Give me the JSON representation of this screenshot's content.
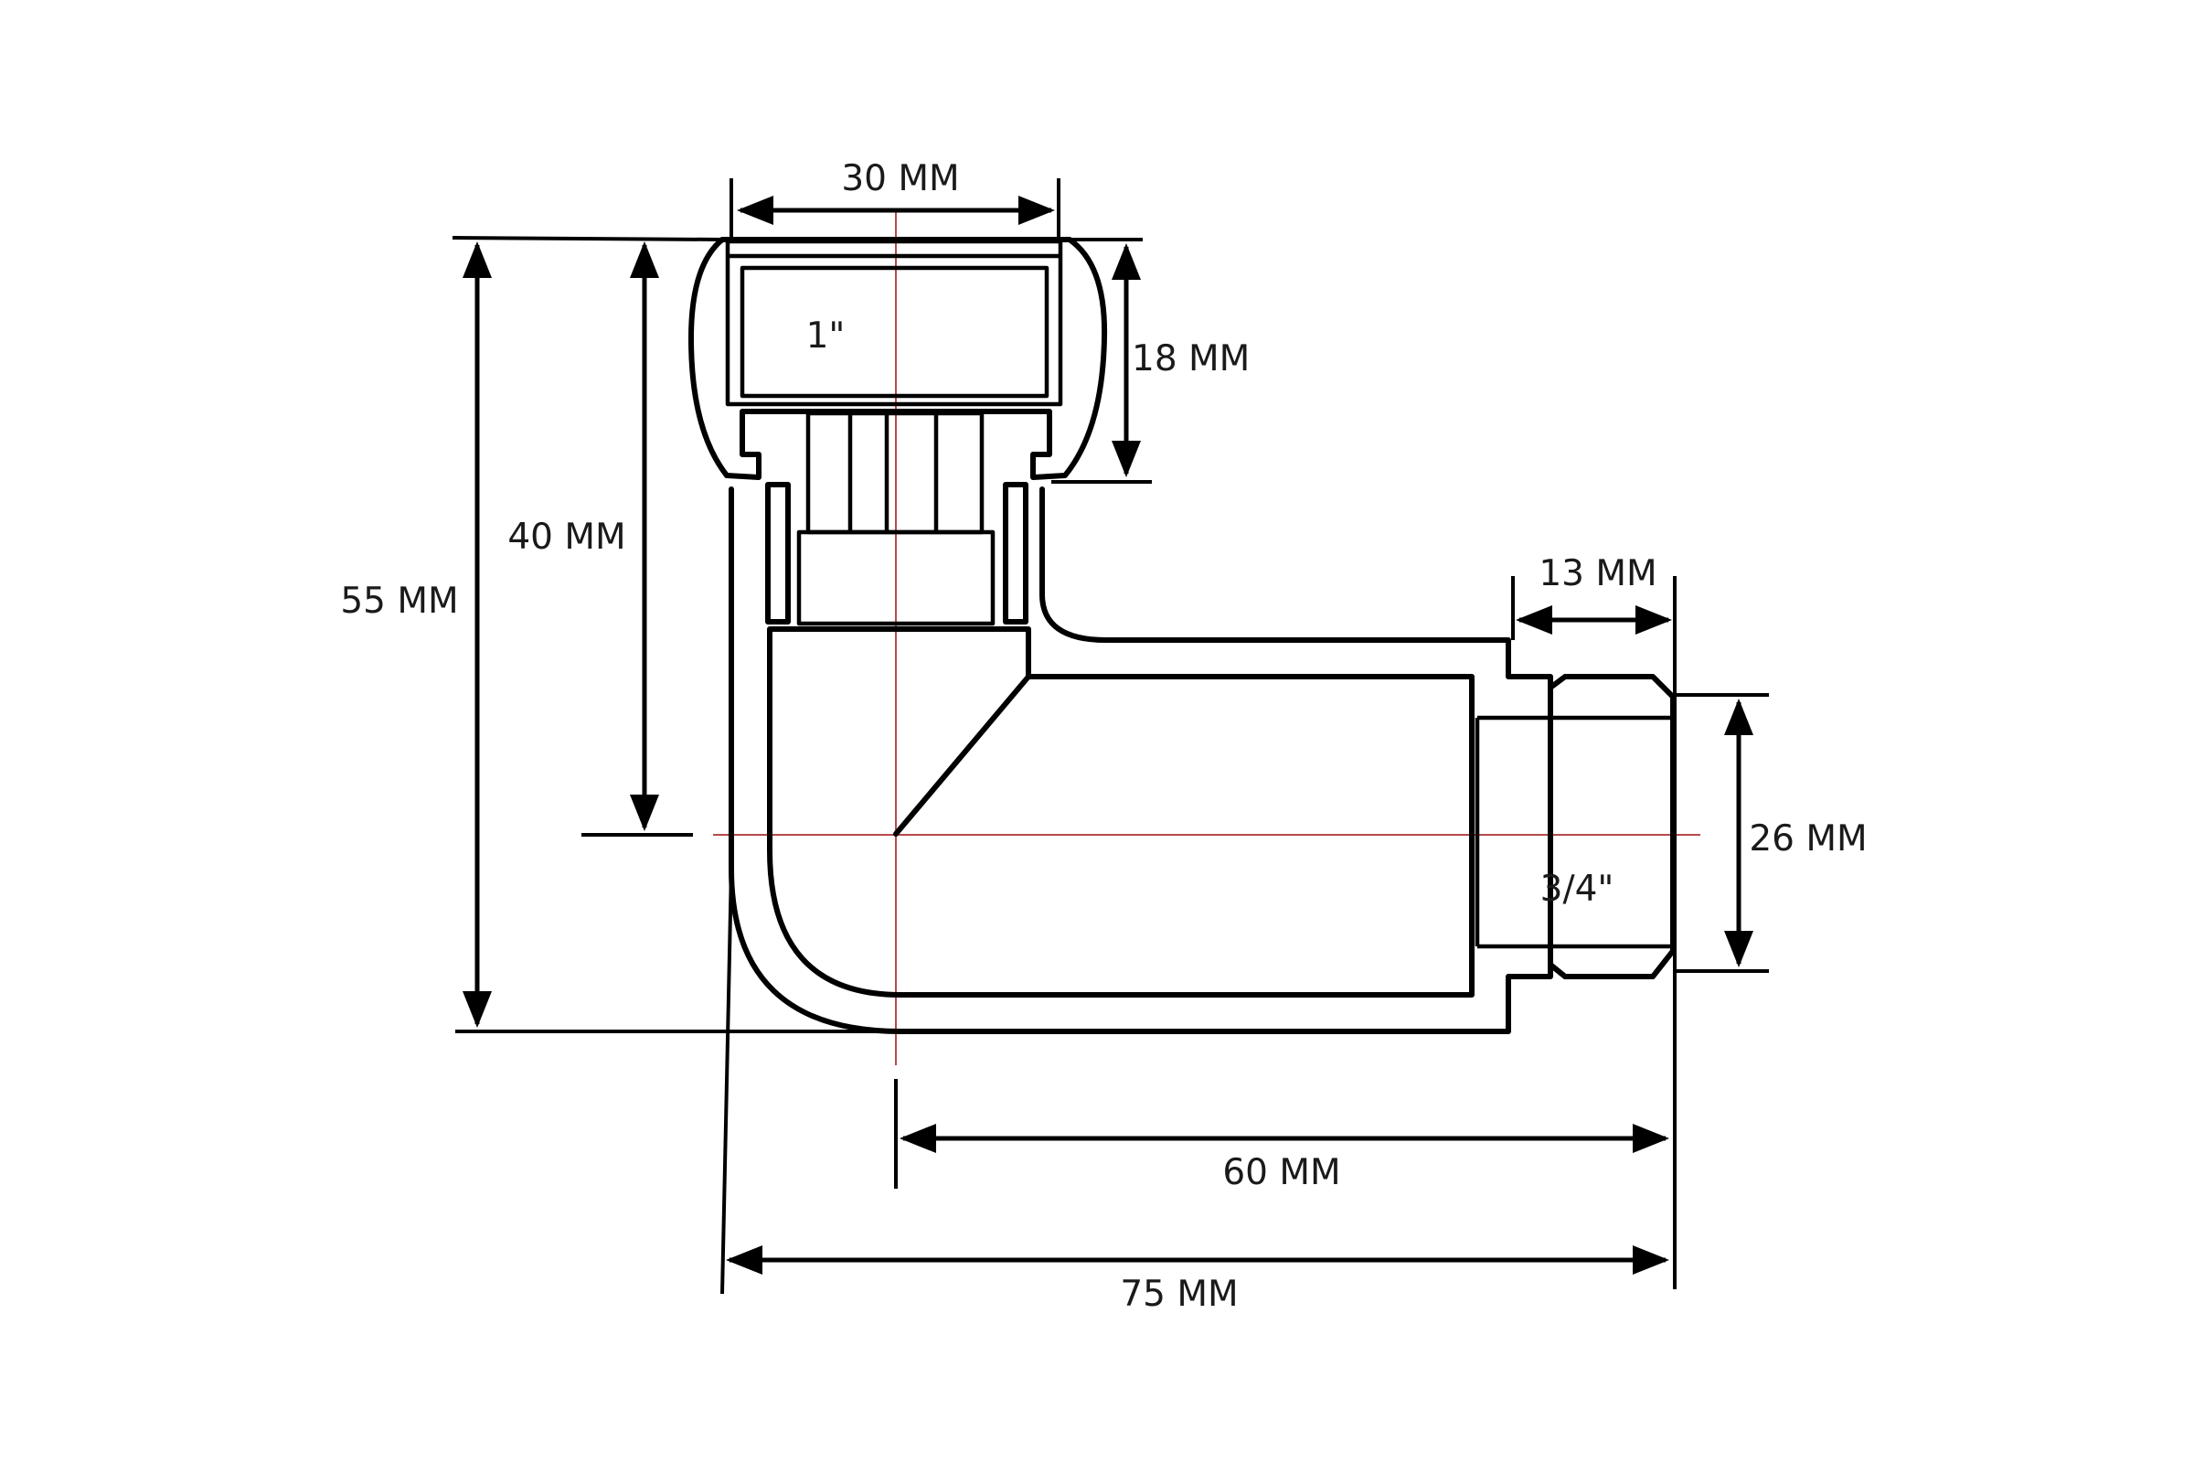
{
  "dimensions": {
    "top_width": "30 MM",
    "thread_depth_top": "18 MM",
    "height_overall": "55 MM",
    "height_to_center": "40 MM",
    "outlet_thread_length": "13 MM",
    "outlet_diameter": "26 MM",
    "center_to_outlet": "60 MM",
    "overall_length": "75 MM"
  },
  "thread_sizes": {
    "top_inlet": "1\"",
    "side_outlet": "3/4\""
  },
  "colors": {
    "outline": "#000000",
    "center_line": "#b84a4a"
  }
}
